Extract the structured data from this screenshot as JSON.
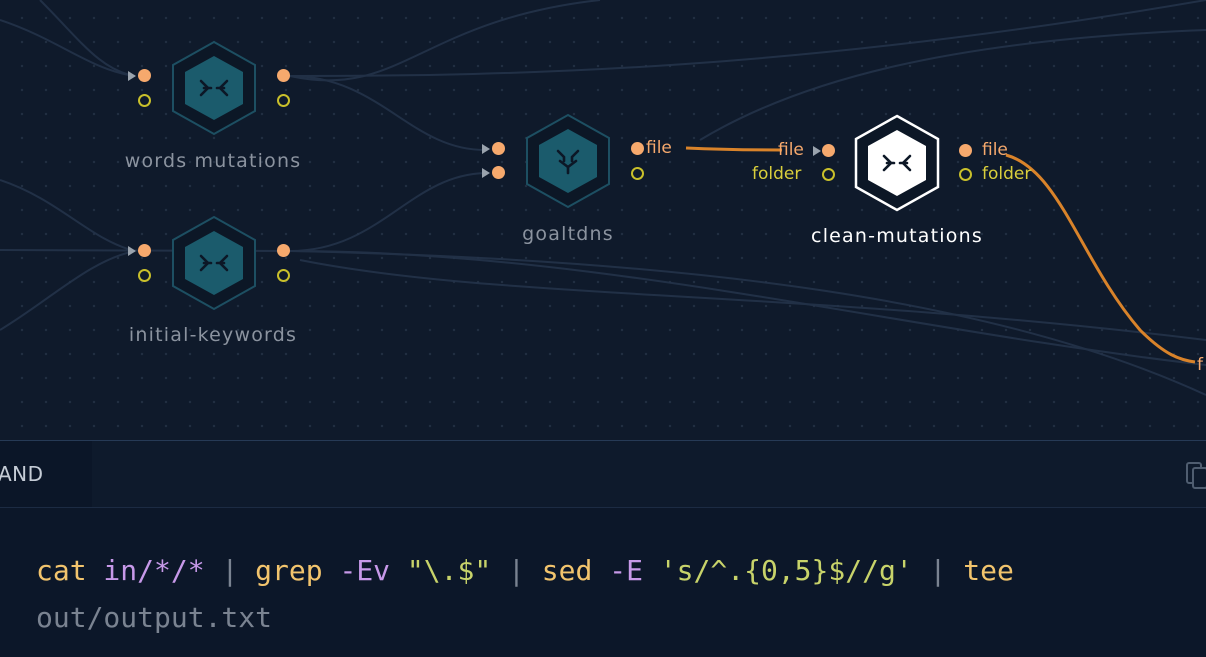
{
  "nodes": [
    {
      "id": "words-mutations",
      "label": "words mutations",
      "icon": "merge-arrows-icon",
      "active": false
    },
    {
      "id": "goaltdns",
      "label": "goaltdns",
      "icon": "branch-merge-icon",
      "active": false
    },
    {
      "id": "initial-keywords",
      "label": "initial-keywords",
      "icon": "merge-arrows-icon",
      "active": false
    },
    {
      "id": "clean-mutations",
      "label": "clean-mutations",
      "icon": "merge-arrows-icon",
      "active": true
    }
  ],
  "ports": {
    "goaltdns_out_file": "file",
    "clean_in_file": "file",
    "clean_in_folder": "folder",
    "clean_out_file": "file",
    "clean_out_folder": "folder",
    "offscreen_in": "f"
  },
  "panel": {
    "tab_label": "AND",
    "copy_icon": "copy-icon",
    "code": {
      "t1": "cat",
      "t2": " in/*/*",
      "t3": " | ",
      "t4": "grep",
      "t5": " -Ev",
      "t6": " \"\\.$\"",
      "t7": " | ",
      "t8": "sed",
      "t9": " -E",
      "t10": " 's/^.{0,5}$//g'",
      "t11": " | ",
      "t12": "tee",
      "t13": " out/output.txt"
    }
  },
  "colors": {
    "background": "#0f1a2b",
    "port_orange": "#f6a96d",
    "port_yellow": "#c9c02b",
    "wire_active": "#d9832a",
    "node_teal": "#1b5b6c"
  }
}
